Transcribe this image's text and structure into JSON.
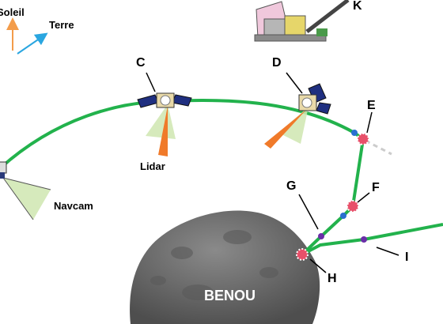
{
  "labels": {
    "sun": "Soleil",
    "earth": "Terre",
    "navcam": "Navcam",
    "lidar": "Lidar",
    "asteroid": "BENOU"
  },
  "points": {
    "c": "C",
    "d": "D",
    "e": "E",
    "f": "F",
    "g": "G",
    "h": "H",
    "i": "I",
    "k": "K"
  },
  "colors": {
    "trajectory": "#22b24c",
    "sun_arrow": "#f39c4a",
    "earth_arrow": "#2aa6e0",
    "lidar_beam": "#f07a2a",
    "cone": "#cfe6b0",
    "asteroid": "#6b6b6b",
    "asteroid_label": "#ffffff",
    "event_marker": "#e8506a",
    "waypoint": "#6a2ea8",
    "blue_waypoint": "#2a6fd0"
  },
  "icons": {
    "spacecraft": "spacecraft-icon",
    "sample-arm": "sample-arm-icon",
    "event": "burst-icon"
  }
}
